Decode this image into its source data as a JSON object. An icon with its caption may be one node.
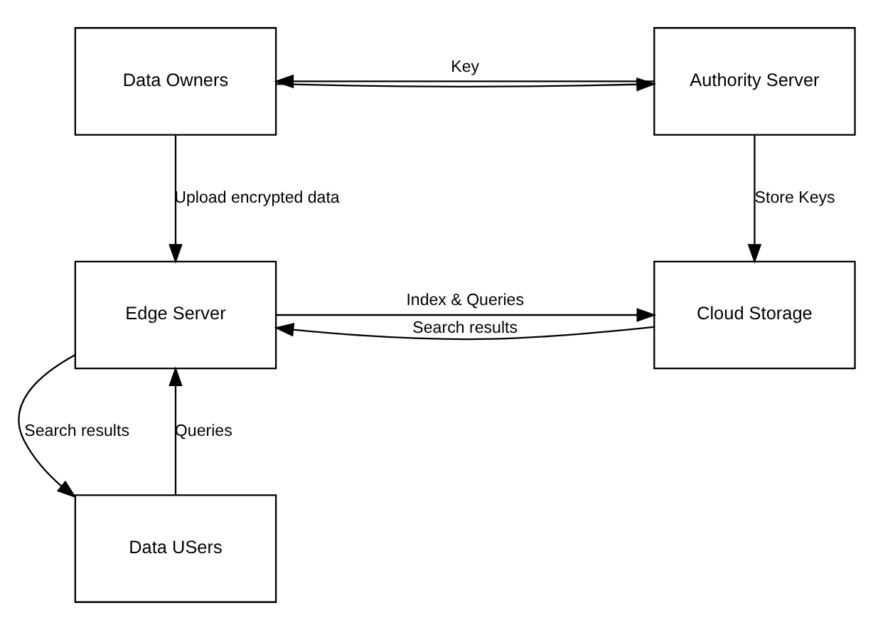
{
  "diagram": {
    "nodes": [
      {
        "text": [
          "Data Owners"
        ]
      },
      {
        "text": [
          "Authority Server"
        ]
      },
      {
        "text": [
          "Edge Server"
        ]
      },
      {
        "text": [
          "Cloud Storage"
        ]
      },
      {
        "text": [
          "Data USers"
        ]
      }
    ],
    "edges": [
      {
        "from": 1,
        "to": 0,
        "arrow": "to",
        "label": "Key"
      },
      {
        "from": 0,
        "to": 1,
        "arrow": "to"
      },
      {
        "from": 1,
        "to": 3,
        "arrow": "to",
        "label": "Store Keys"
      },
      {
        "from": 0,
        "to": 2,
        "arrow": "to",
        "label": "Upload encrypted data"
      },
      {
        "from": 2,
        "to": 3,
        "arrow": "to",
        "label": "Index & Queries"
      },
      {
        "from": 3,
        "to": 2,
        "arrow": "to",
        "label": "Search results"
      },
      {
        "from": 4,
        "to": 2,
        "arrow": "to",
        "label": "Queries"
      },
      {
        "from": 2,
        "to": 4,
        "arrow": "to",
        "label": "Search results"
      }
    ]
  }
}
